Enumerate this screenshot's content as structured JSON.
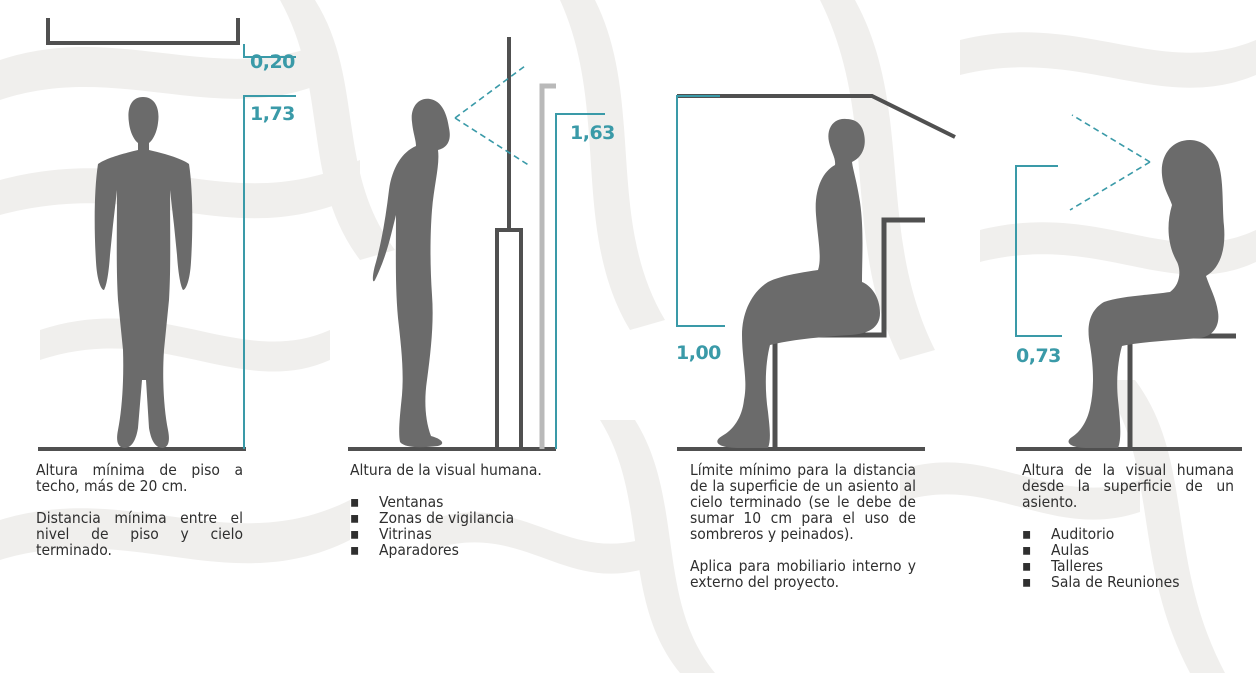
{
  "colors": {
    "accent": "#3a9aa8",
    "figure": "#6b6b6b",
    "line": "#505050",
    "light": "#b9b9b9"
  },
  "panel1": {
    "dim_top": "0,20",
    "dim_bottom": "1,73",
    "para1": "Altura mínima de piso a techo, más de 20 cm.",
    "para2": "Distancia mínima entre el nivel de piso y cielo terminado."
  },
  "panel2": {
    "dim": "1,63",
    "para1": "Altura de la visual humana.",
    "bullet": "▪",
    "items": [
      "Ventanas",
      "Zonas de vigilancia",
      "Vitrinas",
      "Aparadores"
    ]
  },
  "panel3": {
    "dim": "1,00",
    "para1": "Límite mínimo para la distancia de la superficie de un asiento al cielo terminado (se le debe de sumar 10 cm para el uso de sombreros y peinados).",
    "para2": "Aplica para mobiliario interno y externo del proyecto."
  },
  "panel4": {
    "dim": "0,73",
    "para1": "Altura de la visual humana desde la superficie de un asiento.",
    "bullet": "▪",
    "items": [
      "Auditorio",
      "Aulas",
      "Talleres",
      "Sala de Reuniones"
    ]
  }
}
